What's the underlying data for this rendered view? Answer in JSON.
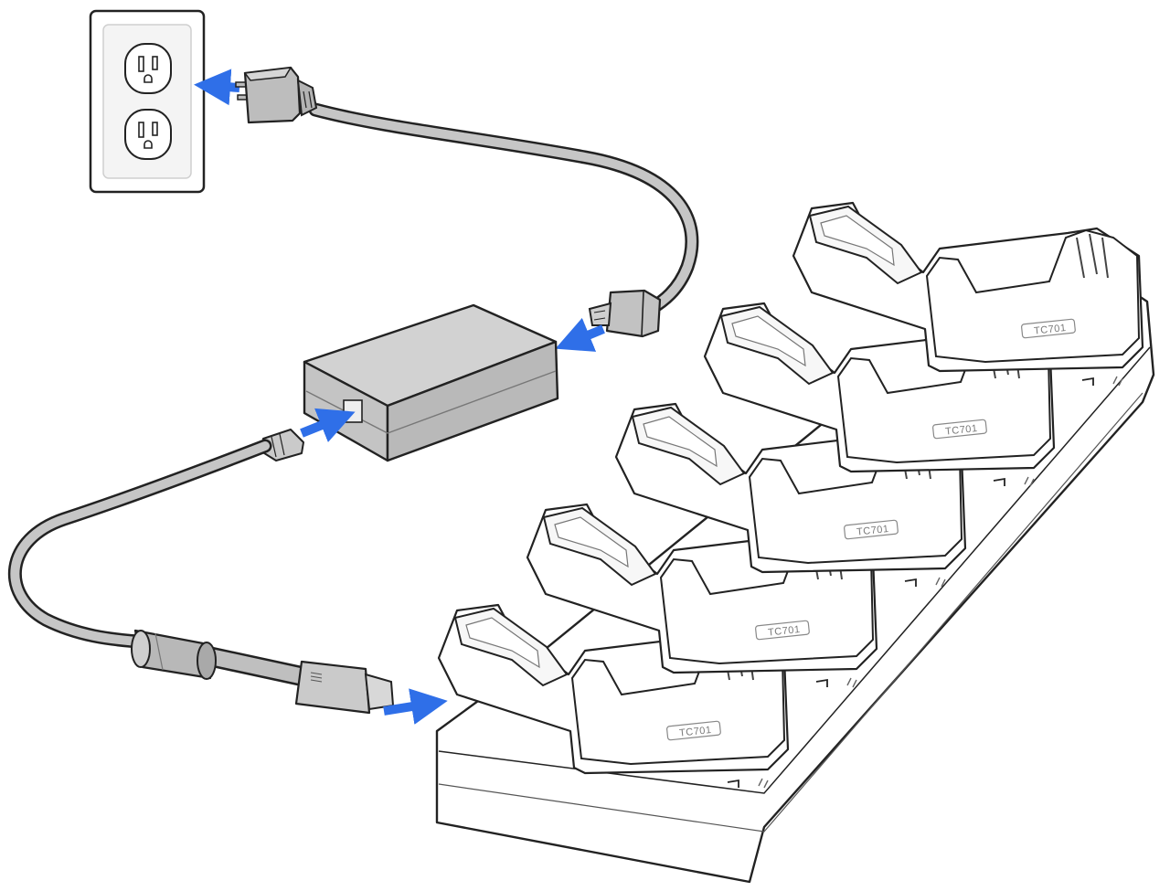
{
  "cradle": {
    "slot_labels": [
      "TC701",
      "TC701",
      "TC701",
      "TC701",
      "TC701"
    ]
  },
  "colors": {
    "arrow": "#2f6fe8",
    "cable": "#c6c6c6",
    "adapter_top": "#d2d2d2",
    "adapter_side": "#bdbdbd",
    "outline": "#222222",
    "outlet_plate": "#f4f4f4"
  },
  "icons": [
    "wall-outlet-icon",
    "ac-plug-icon",
    "power-adapter-icon",
    "usb-connector-icon",
    "charging-cradle-icon",
    "direction-arrow-icon"
  ]
}
